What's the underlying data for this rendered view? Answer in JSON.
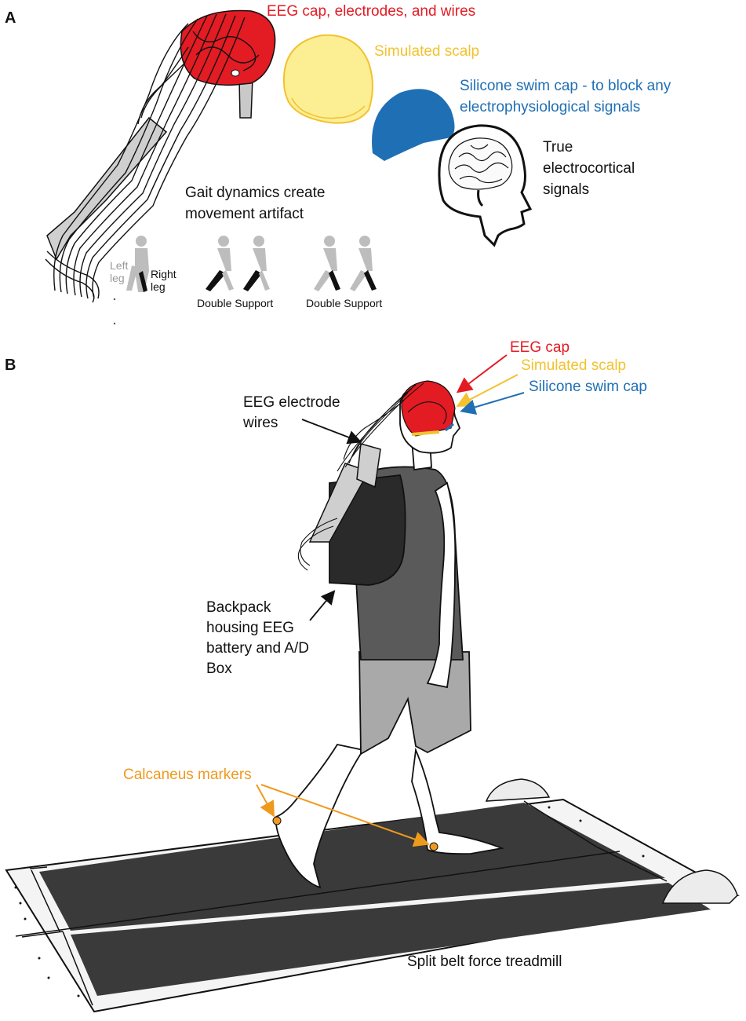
{
  "panels": {
    "a": "A",
    "b": "B"
  },
  "panel_a": {
    "eeg_cap": "EEG cap, electrodes, and wires",
    "simulated_scalp": "Simulated scalp",
    "swim_cap_line1": "Silicone swim cap - to block any",
    "swim_cap_line2": "electrophysiological signals",
    "true_line1": "True",
    "true_line2": "electrocortical",
    "true_line3": "signals",
    "gait_line1": "Gait dynamics create",
    "gait_line2": "movement artifact",
    "left_leg_line1": "Left",
    "left_leg_line2": "leg",
    "right_leg_line1": "Right",
    "right_leg_line2": "leg",
    "double_support_1": "Double Support",
    "double_support_2": "Double Support"
  },
  "panel_b": {
    "eeg_cap": "EEG cap",
    "simulated_scalp": "Simulated scalp",
    "swim_cap": "Silicone swim cap",
    "wires_line1": "EEG electrode",
    "wires_line2": "wires",
    "backpack_line1": "Backpack",
    "backpack_line2": "housing EEG",
    "backpack_line3": "battery and A/D",
    "backpack_line4": "Box",
    "markers": "Calcaneus markers",
    "treadmill": "Split belt force treadmill"
  },
  "colors": {
    "red": "#e31b23",
    "yellow": "#f2c230",
    "blue": "#1f6fb5",
    "orange": "#ef9a1e",
    "grey": "#9a9a9a",
    "belt": "#3a3a3a"
  }
}
